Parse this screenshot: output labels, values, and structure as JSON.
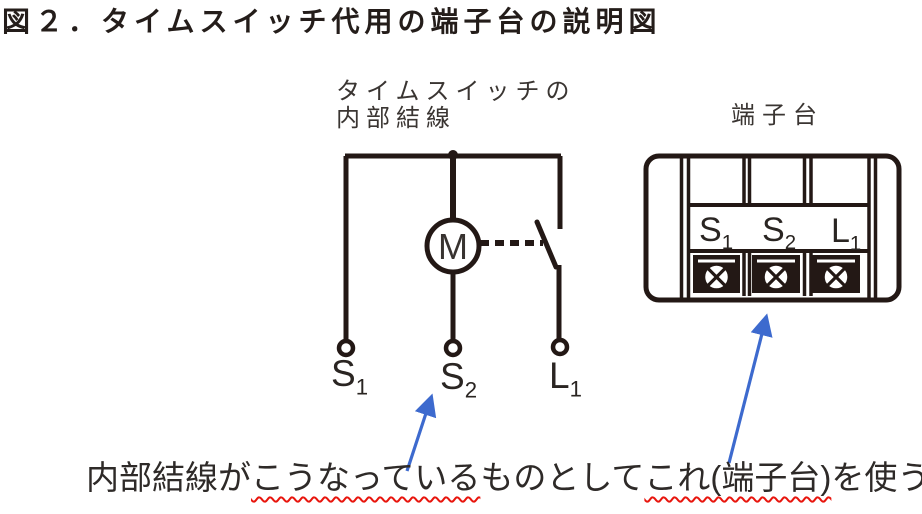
{
  "title": "図２．タイムスイッチ代用の端子台の説明図",
  "circuit": {
    "label_line1": "タイムスイッチの",
    "label_line2": "内部結線",
    "motor_label": "M",
    "terminals": [
      {
        "base": "S",
        "sub": "1"
      },
      {
        "base": "S",
        "sub": "2"
      },
      {
        "base": "L",
        "sub": "1"
      }
    ]
  },
  "terminal_block": {
    "label": "端子台",
    "terminals": [
      {
        "base": "S",
        "sub": "1"
      },
      {
        "base": "S",
        "sub": "2"
      },
      {
        "base": "L",
        "sub": "1"
      }
    ]
  },
  "caption": {
    "part1": "内部結線が",
    "wavy1": "こうなっている",
    "part2": "ものとして",
    "wavy2": "これ(端子台)",
    "part3": "を使う"
  },
  "colors": {
    "line": "#231815",
    "text": "#2f2b28",
    "arrow_blue": "#3d6ace",
    "wavy_red": "#e8150d"
  }
}
